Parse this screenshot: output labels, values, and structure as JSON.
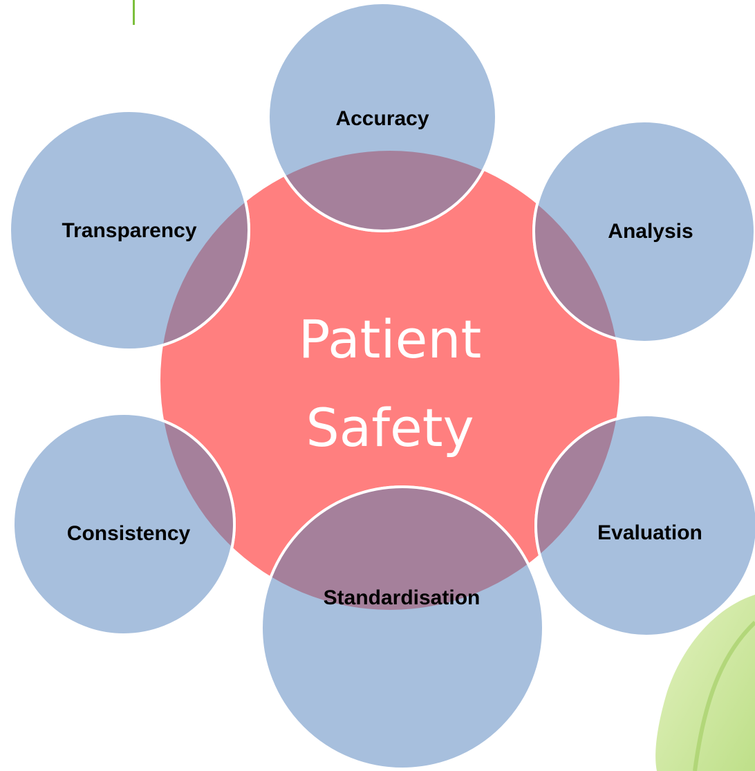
{
  "center": {
    "line1": "Patient",
    "line2": "Safety"
  },
  "satellites": [
    {
      "label": "Accuracy"
    },
    {
      "label": "Analysis"
    },
    {
      "label": "Evaluation"
    },
    {
      "label": "Standardisation"
    },
    {
      "label": "Consistency"
    },
    {
      "label": "Transparency"
    }
  ],
  "colors": {
    "center_fill": "#ff7f7f",
    "satellite_fill": "#a7bfdd",
    "overlap_fill": "#a5809b",
    "outline": "#ffffff",
    "accent_line": "#7cbf3c",
    "leaf_green": "#bfe08a"
  }
}
